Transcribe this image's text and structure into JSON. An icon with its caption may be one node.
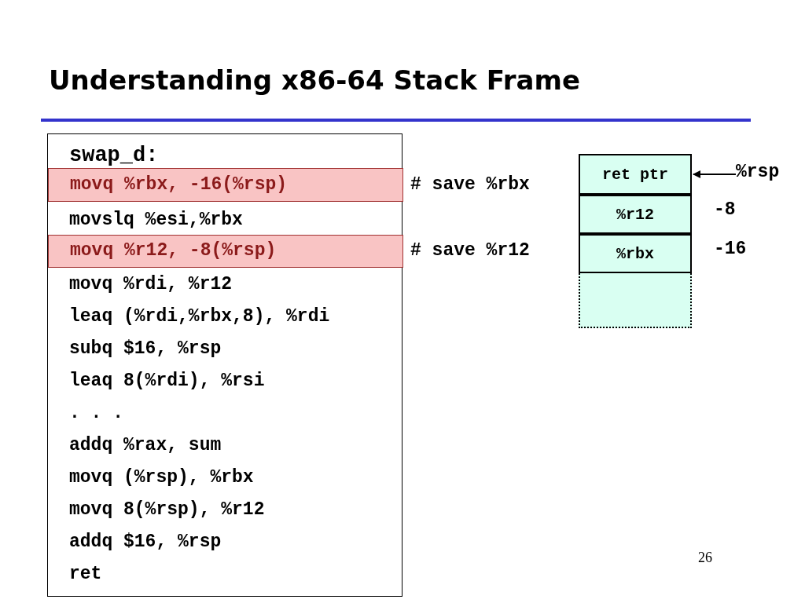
{
  "diagram": {
    "title": "Understanding x86-64 Stack Frame",
    "nodes": [
      {
        "text": [
          "swap_d:",
          "movslq %esi,%rbx",
          "movq %rdi, %r12",
          "leaq (%rdi,%rbx,8), %rdi",
          "subq $16, %rsp",
          "leaq 8(%rdi), %rsi",
          ". . .",
          "addq %rax, sum",
          "movq (%rsp), %rbx",
          "movq 8(%rsp), %r12",
          "addq $16, %rsp",
          "ret"
        ]
      },
      {
        "text": [
          "movq %rbx, -16(%rsp)"
        ],
        "in": 0
      },
      {
        "text": [
          "movq %r12, -8(%rsp)"
        ],
        "in": 0
      },
      {
        "text": [
          "ret ptr"
        ]
      },
      {
        "text": [
          "%r12"
        ],
        "beside": [
          "-8"
        ]
      },
      {
        "text": [
          "%rbx"
        ],
        "beside": [
          "-16"
        ]
      },
      {
        "text": [],
        "shape": "box"
      },
      {
        "text": [
          "%rsp"
        ]
      }
    ],
    "edges": [
      {
        "from": 7,
        "to": 3,
        "arrow": "to"
      }
    ],
    "labels": [
      "# save %rbx",
      "# save %r12",
      "26"
    ]
  }
}
